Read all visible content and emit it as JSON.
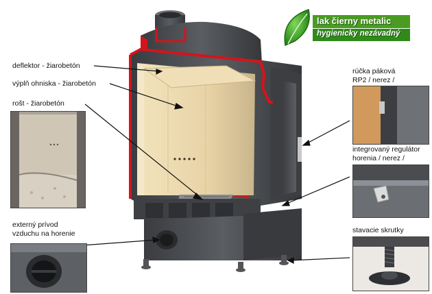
{
  "badge": {
    "line1": "lak čierny metalic",
    "line2": "hygienicky nezávadný",
    "colors": {
      "green": "#3a8a1a",
      "leaf": "#2f9a1c"
    }
  },
  "labels": {
    "deflektor": "deflektor - žiarobetón",
    "vypln": "výplň ohniska - žiarobetón",
    "rost": "rošt  -  žiarobetón",
    "privod_1": "externý prívod",
    "privod_2": "vzduchu na horenie",
    "rucka_1": "rúčka páková",
    "rucka_2": "RP2 / nerez /",
    "regulator_1": "integrovaný regulátor",
    "regulator_2": "horenia / nerez /",
    "skrutky": "stavacie skrutky"
  },
  "colors": {
    "body": "#4a4c50",
    "body_dark": "#2e3033",
    "firebrick": "#e6d4a8",
    "cut": "#d4141c"
  }
}
